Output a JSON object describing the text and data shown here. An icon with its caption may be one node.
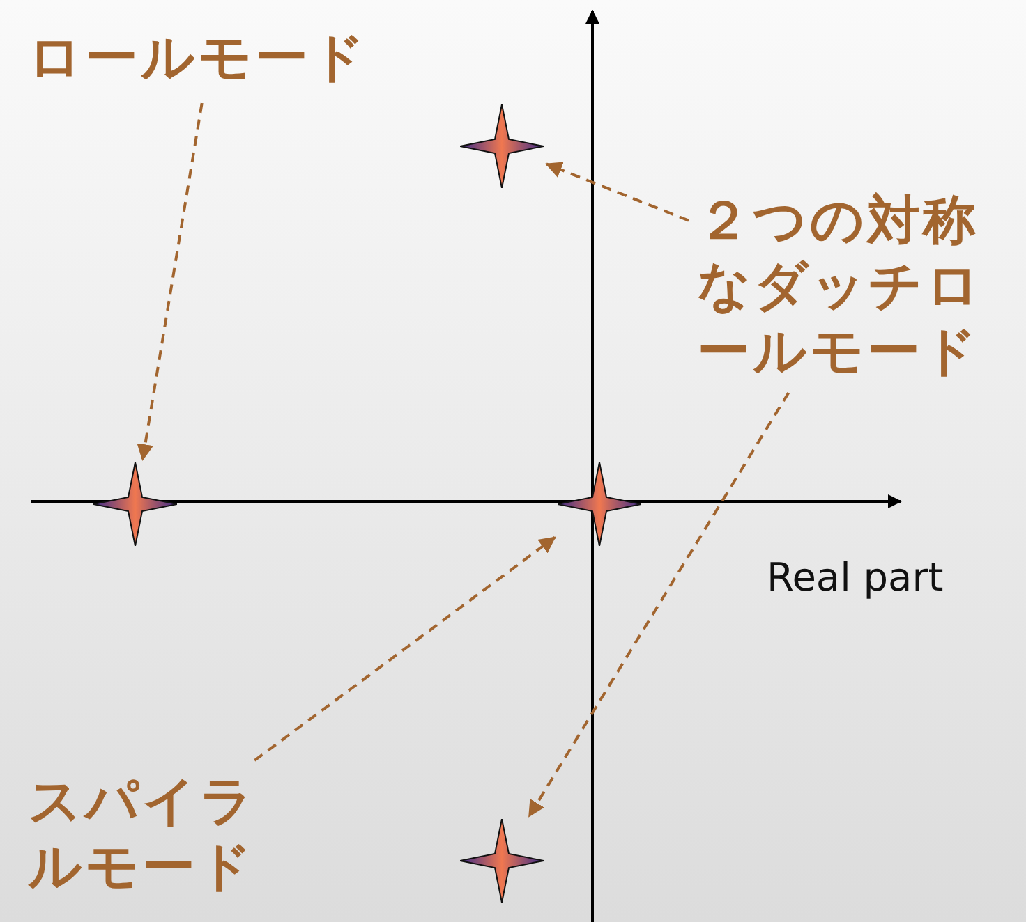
{
  "diagram": {
    "nodes": [
      {
        "text": [
          "ロールモード"
        ]
      },
      {
        "text": [
          "２つの対称なダッチロールモード"
        ]
      },
      {
        "text": [
          "スパイラルモード"
        ]
      },
      {
        "text": [],
        "shape": "star"
      },
      {
        "text": [],
        "shape": "star"
      },
      {
        "text": [],
        "shape": "star"
      },
      {
        "text": [],
        "shape": "star"
      }
    ],
    "edges": [
      {
        "from": 0,
        "to": 3,
        "arrow": "to",
        "style": "dashed"
      },
      {
        "from": 1,
        "to": 4,
        "arrow": "to",
        "style": "dashed"
      },
      {
        "from": 1,
        "to": 6,
        "arrow": "to",
        "style": "dashed"
      },
      {
        "from": 2,
        "to": 5,
        "arrow": "to",
        "style": "dashed"
      }
    ],
    "labels": [
      "Real part"
    ]
  }
}
